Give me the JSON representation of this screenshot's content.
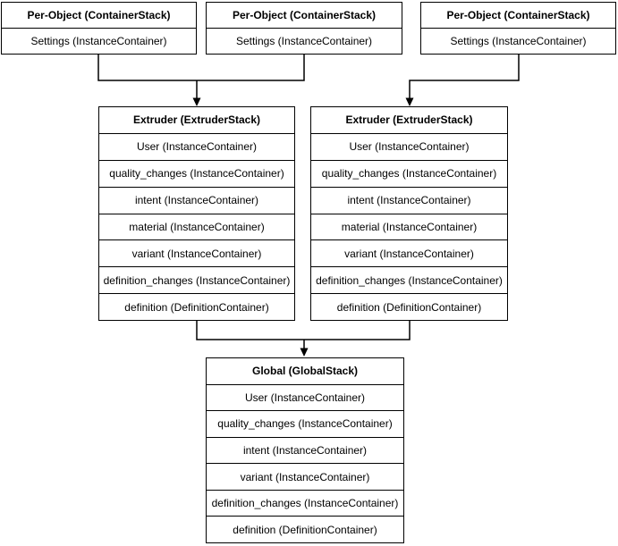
{
  "nodes": {
    "per_object_left": {
      "title": "Per-Object (ContainerStack)",
      "rows": [
        "Settings (InstanceContainer)"
      ]
    },
    "per_object_middle": {
      "title": "Per-Object (ContainerStack)",
      "rows": [
        "Settings (InstanceContainer)"
      ]
    },
    "per_object_right": {
      "title": "Per-Object (ContainerStack)",
      "rows": [
        "Settings (InstanceContainer)"
      ]
    },
    "extruder_left": {
      "title": "Extruder (ExtruderStack)",
      "rows": [
        "User (InstanceContainer)",
        "quality_changes (InstanceContainer)",
        "intent (InstanceContainer)",
        "material (InstanceContainer)",
        "variant (InstanceContainer)",
        "definition_changes (InstanceContainer)",
        "definition (DefinitionContainer)"
      ]
    },
    "extruder_right": {
      "title": "Extruder (ExtruderStack)",
      "rows": [
        "User (InstanceContainer)",
        "quality_changes (InstanceContainer)",
        "intent (InstanceContainer)",
        "material (InstanceContainer)",
        "variant (InstanceContainer)",
        "definition_changes (InstanceContainer)",
        "definition (DefinitionContainer)"
      ]
    },
    "global_stack": {
      "title": "Global (GlobalStack)",
      "rows": [
        "User (InstanceContainer)",
        "quality_changes (InstanceContainer)",
        "intent (InstanceContainer)",
        "variant (InstanceContainer)",
        "definition_changes (InstanceContainer)",
        "definition (DefinitionContainer)"
      ]
    }
  },
  "edges": [
    {
      "from": "per_object_left",
      "to": "extruder_left"
    },
    {
      "from": "per_object_middle",
      "to": "extruder_left"
    },
    {
      "from": "per_object_right",
      "to": "extruder_right"
    },
    {
      "from": "extruder_left",
      "to": "global_stack"
    },
    {
      "from": "extruder_right",
      "to": "global_stack"
    }
  ],
  "colors": {
    "line": "#000000",
    "text": "#000000",
    "background": "#ffffff",
    "box_fill": "#ffffff"
  }
}
